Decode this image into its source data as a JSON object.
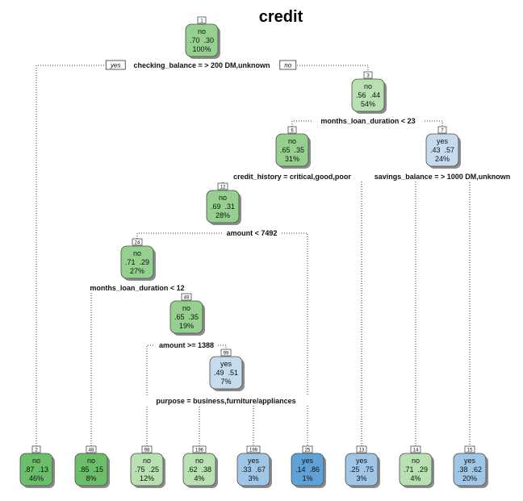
{
  "title": "credit",
  "branch_labels": {
    "yes": "yes",
    "no": "no"
  },
  "colors": {
    "no_dark": "#6cbf6a",
    "no_mid": "#95d08f",
    "no_light": "#b9e0b0",
    "yes_light": "#c6dcee",
    "yes_mid": "#9fc6e6",
    "yes_dark": "#5fa2d6",
    "border": "#4a4a4a",
    "shadow": "#8c8c8c"
  },
  "nodes": [
    {
      "id": "1",
      "cls": "no",
      "p": ".70  .30",
      "pct": "100%",
      "shade": "no_mid"
    },
    {
      "id": "3",
      "cls": "no",
      "p": ".56  .44",
      "pct": "54%",
      "shade": "no_light"
    },
    {
      "id": "6",
      "cls": "no",
      "p": ".65  .35",
      "pct": "31%",
      "shade": "no_mid"
    },
    {
      "id": "7",
      "cls": "yes",
      "p": ".43  .57",
      "pct": "24%",
      "shade": "yes_light"
    },
    {
      "id": "12",
      "cls": "no",
      "p": ".69  .31",
      "pct": "28%",
      "shade": "no_mid"
    },
    {
      "id": "24",
      "cls": "no",
      "p": ".71  .29",
      "pct": "27%",
      "shade": "no_mid"
    },
    {
      "id": "49",
      "cls": "no",
      "p": ".65  .35",
      "pct": "19%",
      "shade": "no_mid"
    },
    {
      "id": "99",
      "cls": "yes",
      "p": ".49  .51",
      "pct": "7%",
      "shade": "yes_light"
    },
    {
      "id": "2",
      "cls": "no",
      "p": ".87  .13",
      "pct": "46%",
      "shade": "no_dark"
    },
    {
      "id": "48",
      "cls": "no",
      "p": ".85  .15",
      "pct": "8%",
      "shade": "no_dark"
    },
    {
      "id": "98",
      "cls": "no",
      "p": ".75  .25",
      "pct": "12%",
      "shade": "no_light"
    },
    {
      "id": "196",
      "cls": "no",
      "p": ".62  .38",
      "pct": "4%",
      "shade": "no_light"
    },
    {
      "id": "199",
      "cls": "yes",
      "p": ".33  .67",
      "pct": "3%",
      "shade": "yes_mid"
    },
    {
      "id": "25",
      "cls": "yes",
      "p": ".14  .86",
      "pct": "1%",
      "shade": "yes_dark"
    },
    {
      "id": "13",
      "cls": "yes",
      "p": ".25  .75",
      "pct": "3%",
      "shade": "yes_mid"
    },
    {
      "id": "14",
      "cls": "no",
      "p": ".71  .29",
      "pct": "4%",
      "shade": "no_light"
    },
    {
      "id": "15",
      "cls": "yes",
      "p": ".38  .62",
      "pct": "20%",
      "shade": "yes_mid"
    }
  ],
  "splits": [
    {
      "node": "1",
      "text": "checking_balance = > 200 DM,unknown"
    },
    {
      "node": "3",
      "text": "months_loan_duration < 23"
    },
    {
      "node": "6",
      "text": "credit_history = critical,good,poor"
    },
    {
      "node": "7",
      "text": "savings_balance = > 1000 DM,unknown"
    },
    {
      "node": "12",
      "text": "amount < 7492"
    },
    {
      "node": "24",
      "text": "months_loan_duration < 12"
    },
    {
      "node": "49",
      "text": "amount >= 1388"
    },
    {
      "node": "99",
      "text": "purpose = business,furniture/appliances"
    }
  ]
}
